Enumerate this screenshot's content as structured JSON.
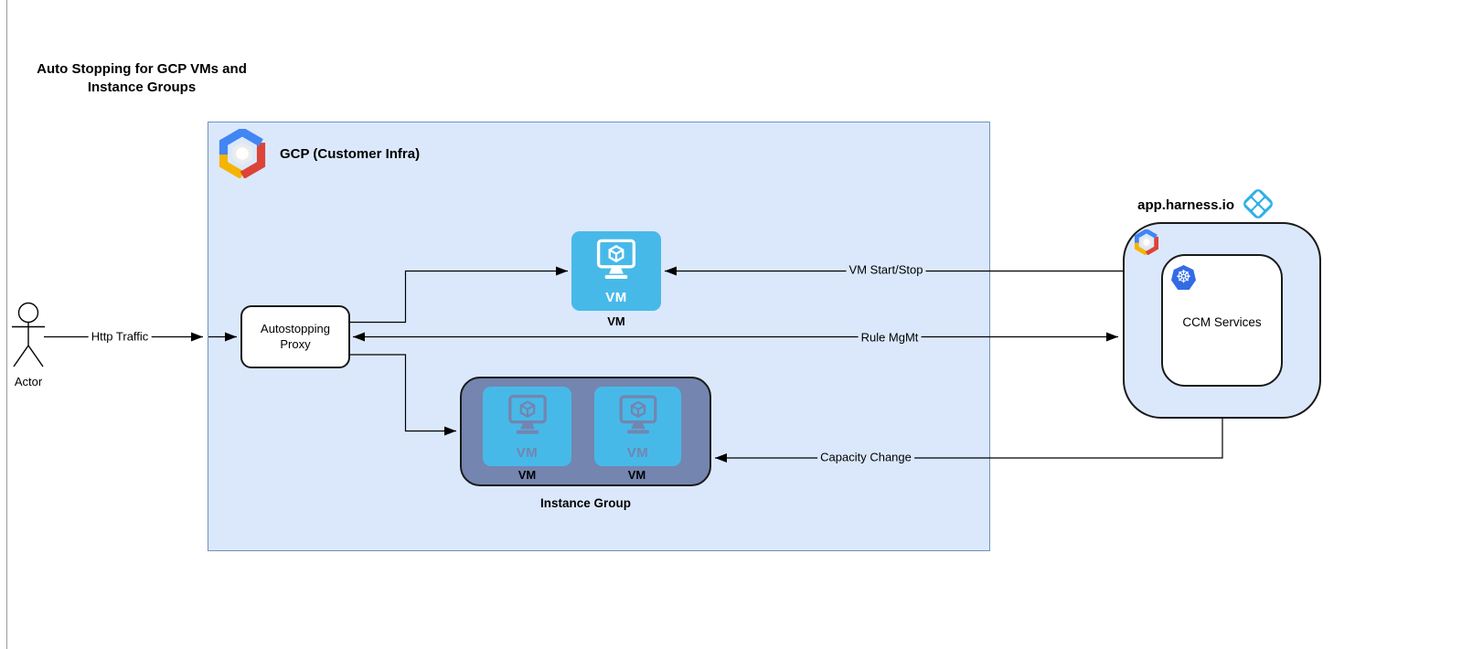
{
  "title": "Auto Stopping for GCP VMs and Instance Groups",
  "actor": {
    "label": "Actor"
  },
  "gcp_container": {
    "label": "GCP (Customer Infra)"
  },
  "proxy": {
    "label": "Autostopping Proxy"
  },
  "vm_node": {
    "icon_text": "VM",
    "caption": "VM"
  },
  "instance_group": {
    "caption": "Instance Group",
    "vms": [
      {
        "icon_text": "VM",
        "caption": "VM"
      },
      {
        "icon_text": "VM",
        "caption": "VM"
      }
    ]
  },
  "harness": {
    "label": "app.harness.io",
    "ccm_label": "CCM Services"
  },
  "edges": {
    "http_traffic": "Http Traffic",
    "vm_start_stop": "VM Start/Stop",
    "rule_mgmt": "Rule MgMt",
    "capacity_change": "Capacity Change"
  },
  "icons": {
    "gcp_logo": "gcp-logo",
    "harness_logo": "harness-logo",
    "kubernetes": "kubernetes-icon",
    "vm_monitor": "vm-monitor-icon",
    "actor_figure": "actor-stick-figure"
  },
  "colors": {
    "gcp_box_fill": "#dbe8fb",
    "gcp_box_border": "#7090c0",
    "harness_box_fill": "#dbe8fb",
    "vm_blue": "#47b9e9",
    "instance_group_fill": "#7485af",
    "harness_logo_blue": "#2fb0e8",
    "k8s_blue": "#326ce5",
    "google_blue": "#4285f4",
    "google_red": "#db4437",
    "google_yellow": "#f4b400",
    "line_color": "#000000"
  }
}
